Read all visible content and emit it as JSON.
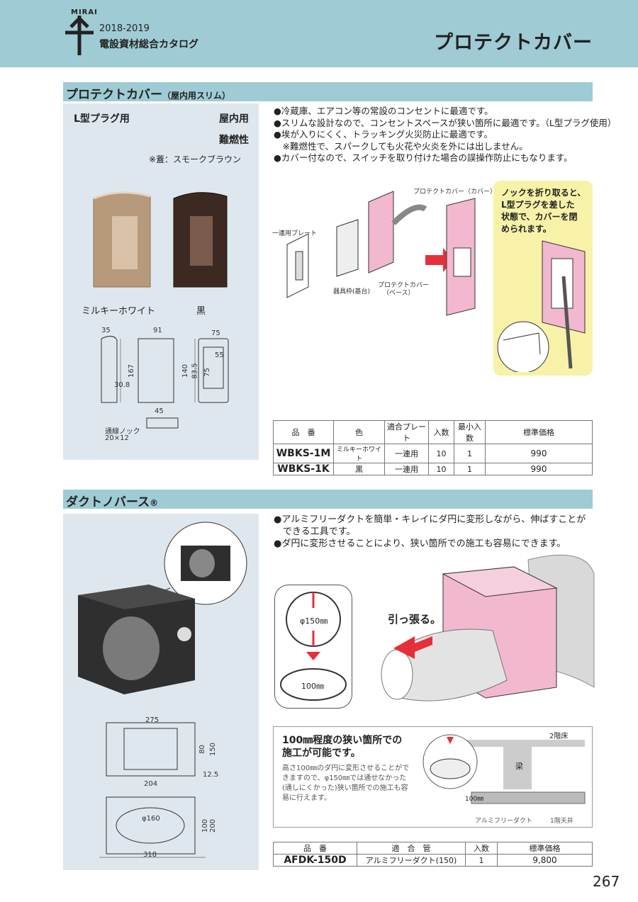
{
  "header": {
    "brand": "MIRAI",
    "year": "2018-2019",
    "catalog_name": "電設資材総合カタログ",
    "page_title": "プロテクトカバー"
  },
  "section1": {
    "title": "プロテクトカバー",
    "subtitle": "（屋内用スリム）",
    "plug_type": "L型プラグ用",
    "usage": "屋内用",
    "flammability": "難燃性",
    "lid_note": "※蓋：スモークブラウン",
    "color1": "ミルキーホワイト",
    "color2": "黒",
    "bullets": [
      "●冷蔵庫、エアコン等の常設のコンセントに最適です。",
      "●スリムな設計なので、コンセントスペースが狭い箇所に最適です。（L型プラグ使用）",
      "●埃が入りにくく、トラッキング火災防止に最適です。",
      "　※難燃性で、スパークしても火花や火炎を外には出しません。",
      "●カバー付なので、スイッチを取り付けた場合の誤操作防止にもなります。"
    ],
    "diagram_labels": {
      "plate": "一連用プレート",
      "frame": "器具枠(基台)",
      "base": "プロテクトカバー",
      "base2": "（ベース）",
      "cover": "プロテクトカバー（カバー）"
    },
    "callout_text": [
      "ノックを折り取ると、",
      "L型プラグを差した",
      "状態で、カバーを閉",
      "められます。"
    ],
    "dims": {
      "d35": "35",
      "d91": "91",
      "d75": "75",
      "d167": "167",
      "d30_8": "30.8",
      "d140": "140",
      "d83_5": "83.5",
      "d55": "55",
      "d75b": "75",
      "d45": "45",
      "knock_label": "通線ノック",
      "knock_size": "20×12"
    },
    "table": {
      "headers": [
        "品　番",
        "色",
        "適合プレート",
        "入数",
        "最小入数",
        "標準価格"
      ],
      "rows": [
        [
          "WBKS-1M",
          "ミルキーホワイト",
          "一連用",
          "10",
          "1",
          "990"
        ],
        [
          "WBKS-1K",
          "黒",
          "一連用",
          "10",
          "1",
          "990"
        ]
      ]
    }
  },
  "section2": {
    "title": "ダクトノバース",
    "reg_mark": "®",
    "bullets": [
      "●アルミフリーダクトを簡単・キレイにダ円に変形しながら、伸ばすことが",
      "　できる工具です。",
      "●ダ円に変形させることにより、狭い箇所での施工も容易にできます。"
    ],
    "circle_label": "φ150㎜",
    "oval_label": "100㎜",
    "pull_label": "引っ張る。",
    "narrow_title": [
      "100㎜程度の狭い箇所での",
      "施工が可能です。"
    ],
    "narrow_text": [
      "高さ100㎜のダ円に変形させることがで",
      "きますので、φ150㎜では通せなかった",
      "(通しにくかった)狭い箇所での施工も容",
      "易に行えます。"
    ],
    "diagram_labels": {
      "floor2": "2階床",
      "beam": "梁",
      "h100": "100㎜",
      "duct": "アルミフリーダクト",
      "ceiling1": "1階天井"
    },
    "dims": {
      "d275": "275",
      "d80": "80",
      "d150": "150",
      "d12_5": "12.5",
      "d204": "204",
      "d160": "φ160",
      "d100": "100",
      "d200": "200",
      "d318": "318"
    },
    "table": {
      "headers": [
        "品　番",
        "適　合　管",
        "入数",
        "標準価格"
      ],
      "rows": [
        [
          "AFDK-150D",
          "アルミフリーダクト(150)",
          "1",
          "9,800"
        ]
      ]
    }
  },
  "page_number": "267"
}
